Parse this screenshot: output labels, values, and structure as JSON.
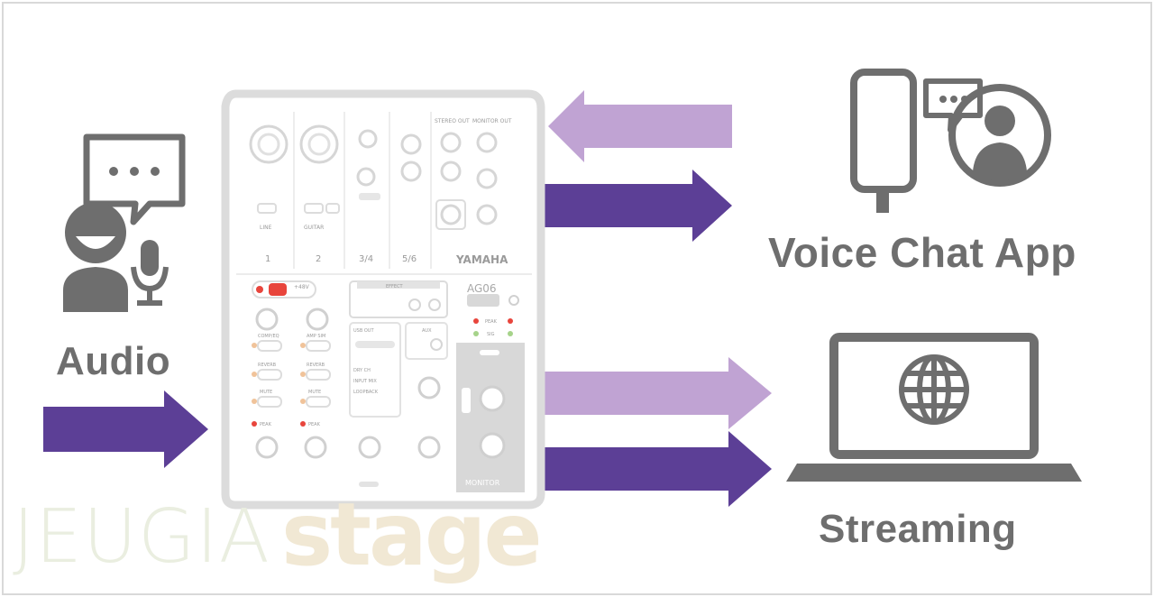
{
  "labels": {
    "audio": "Audio",
    "voice_chat_app": "Voice Chat App",
    "streaming": "Streaming"
  },
  "mixer": {
    "brand": "YAMAHA",
    "model": "AG06",
    "channels": [
      "1",
      "2",
      "3/4",
      "5/6"
    ],
    "monitor": "MONITOR",
    "stereo_out": "STEREO OUT",
    "monitor_out": "MONITOR OUT",
    "phantom": "+48V",
    "peak": "PEAK",
    "sig": "SIG",
    "mute": "MUTE",
    "reverb": "REVERB",
    "comp_eq": "COMP/EQ",
    "amp_sim": "AMP SIM",
    "line": "LINE",
    "guitar": "GUITAR",
    "aux": "AUX",
    "effect": "EFFECT",
    "loopback": "LOOPBACK",
    "input_mix": "INPUT MIX",
    "dry_ch": "DRY CH",
    "usb_out": "USB OUT"
  },
  "watermark": {
    "part1": "JEUGIA",
    "part2": "stage"
  },
  "colors": {
    "arrow_dark": "#5c3f96",
    "arrow_light": "#c0a3d3",
    "icon_gray": "#6e6e6e",
    "mixer_outline": "#e4e4e4",
    "mixer_panel": "#d8d8d8",
    "mute_red": "#e8453c"
  },
  "icons": [
    "speech-bubble-icon",
    "person-icon",
    "microphone-icon",
    "smartphone-icon",
    "chat-bubble-icon",
    "user-avatar-icon",
    "laptop-icon",
    "globe-icon"
  ]
}
